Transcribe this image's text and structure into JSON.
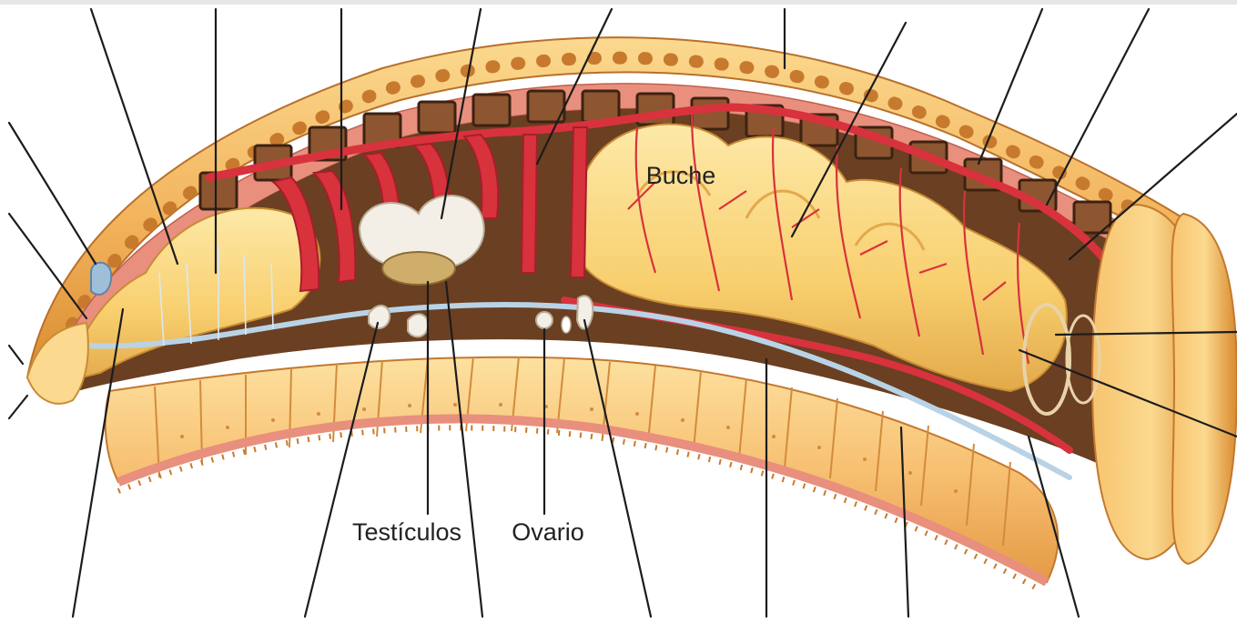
{
  "labels": {
    "crop": "Buche",
    "testes": "Testículos",
    "ovary": "Ovario"
  },
  "colors": {
    "body_outer": "#f2b25a",
    "body_light": "#fbd98f",
    "body_dark": "#d98a2e",
    "muscle_band": "#e88f7d",
    "blood_vessel": "#d8323d",
    "blood_vessel_dark": "#a61e2a",
    "septa": "#7a4a2a",
    "gut": "#f8cf6e",
    "nerve_cord": "#b9d3e6",
    "gonad": "#f4efe6",
    "leader_line": "#1c1c1c"
  }
}
